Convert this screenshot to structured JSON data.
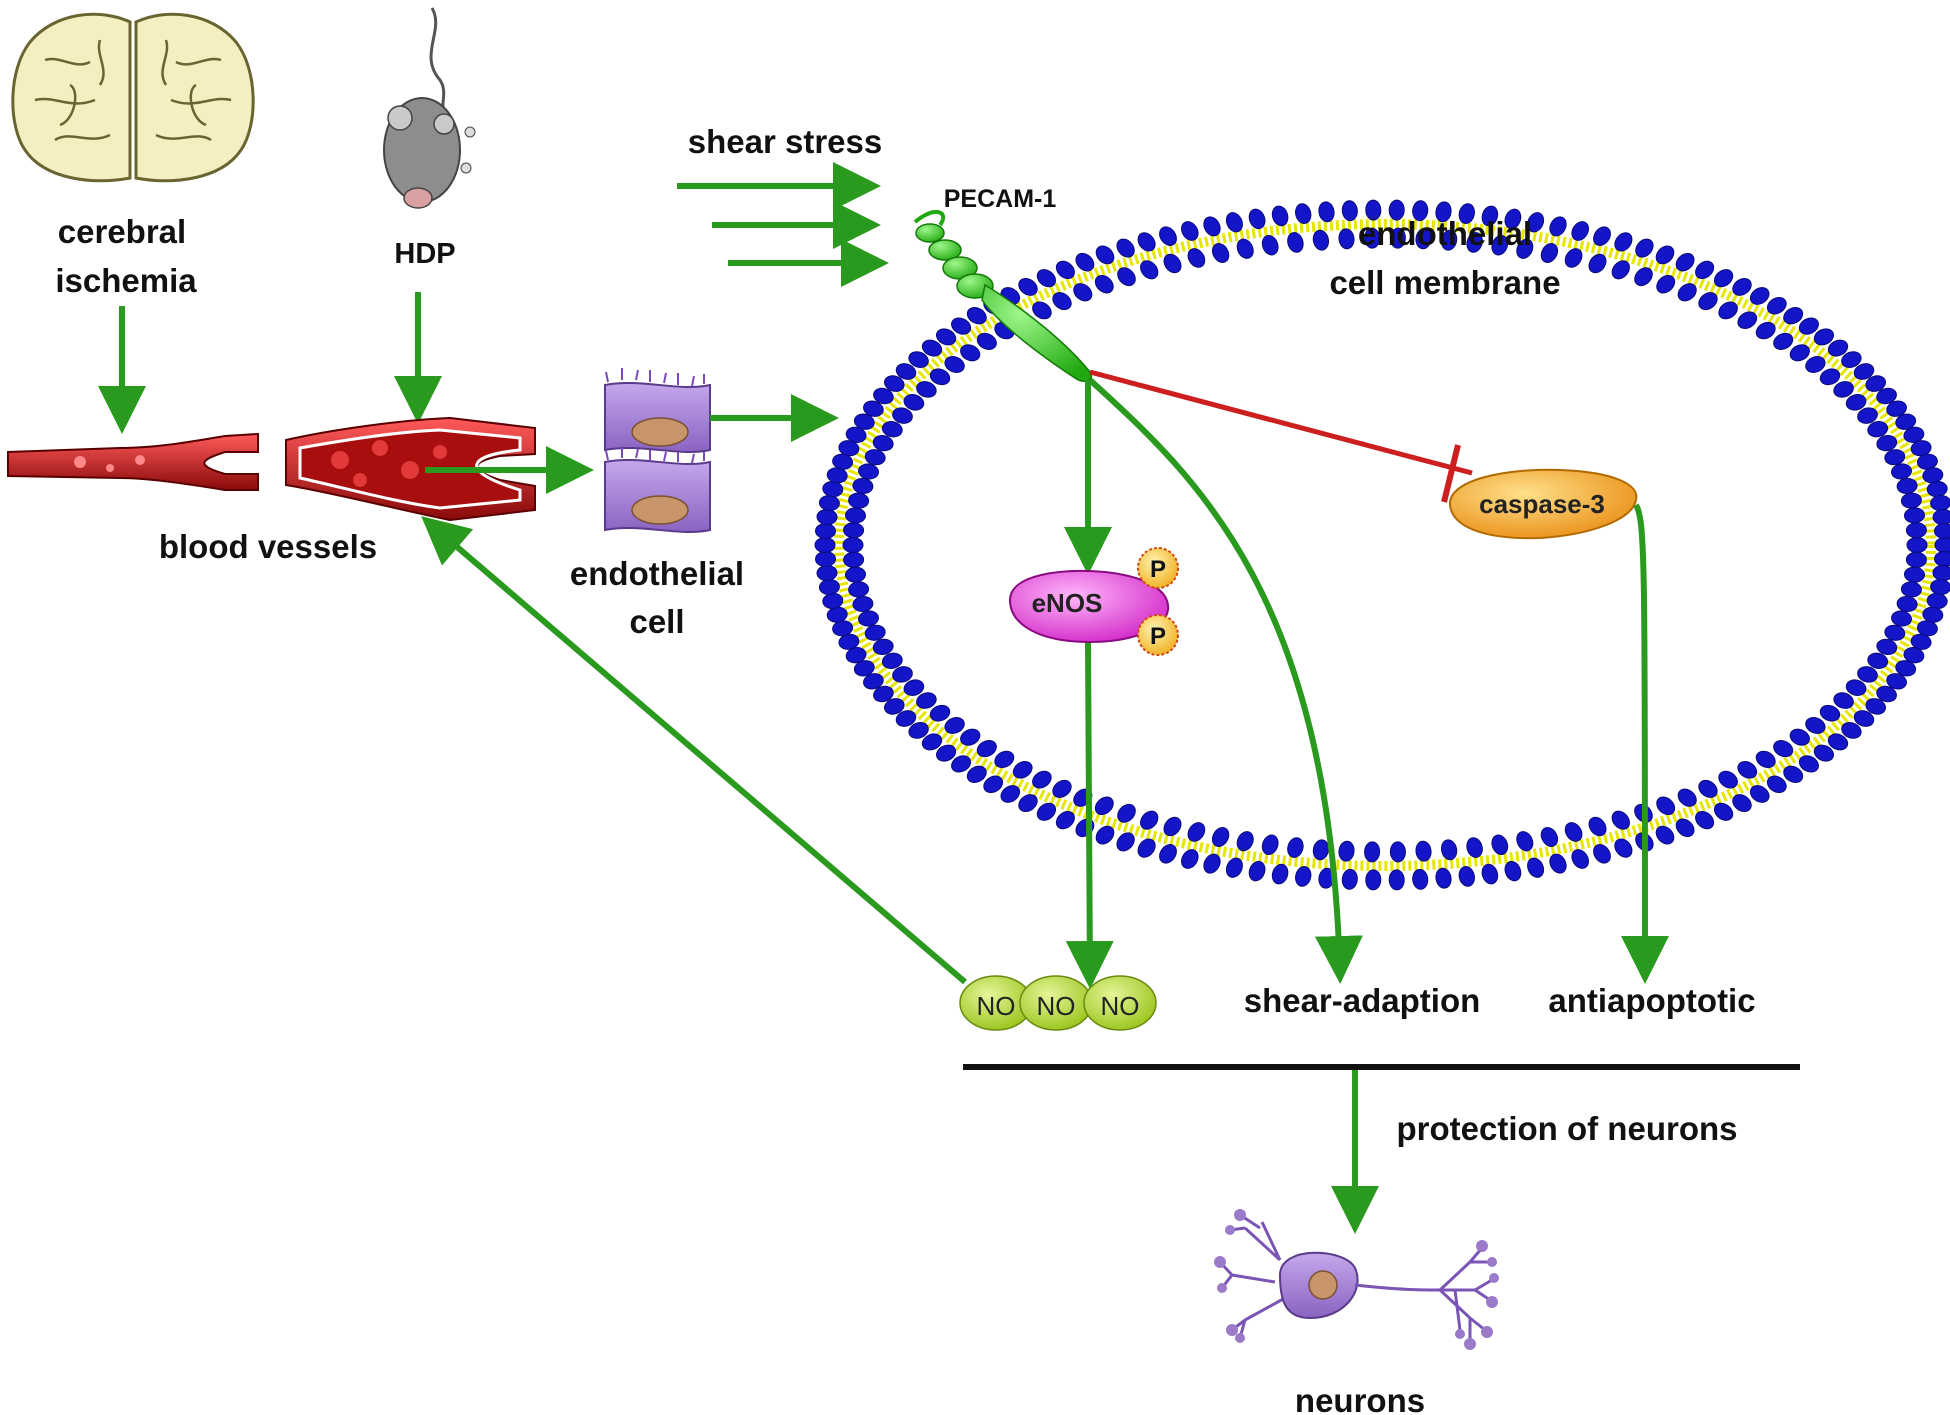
{
  "labels": {
    "cerebral_ischemia_1": "cerebral",
    "cerebral_ischemia_2": "ischemia",
    "hdp": "HDP",
    "shear_stress": "shear stress",
    "pecam": "PECAM-1",
    "membrane_1": "endothelial",
    "membrane_2": "cell membrane",
    "blood_vessels": "blood vessels",
    "endothelial_cell_1": "endothelial",
    "endothelial_cell_2": "cell",
    "caspase": "caspase-3",
    "enos": "eNOS",
    "phospho": "P",
    "no": "NO",
    "shear_adaption": "shear-adaption",
    "antiapoptotic": "antiapoptotic",
    "protection": "protection of neurons",
    "neurons": "neurons"
  },
  "colors": {
    "activation_arrow": "#2a9a1e",
    "inhibition": "#cc1f1f",
    "membrane_head": "#1414c8",
    "membrane_tail": "#e6e600",
    "pecam": "#3ccc1e",
    "enos": "#e34ad9",
    "caspase": "#f0a020",
    "no": "#b8dc2e",
    "cell": "#9a7ac9",
    "nucleus": "#c8956a",
    "vessel": "#c01515",
    "neuron": "#7a55b5"
  },
  "icons": [
    "brain-icon",
    "mouse-icon",
    "blood-vessel-icon",
    "endothelial-cell-icon",
    "neuron-icon"
  ]
}
